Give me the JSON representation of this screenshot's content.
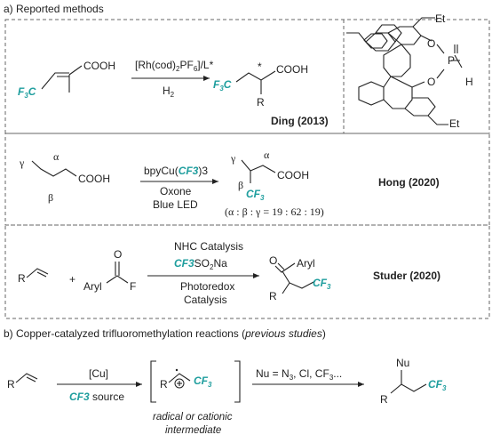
{
  "colors": {
    "accent": "#1f9e9e",
    "text": "#222222",
    "box": "#666666"
  },
  "section_a": {
    "heading": "a) Reported methods",
    "ding": {
      "substrate_acid": "COOH",
      "product_acid": "COOH",
      "r_group": "R",
      "chiral_mark": "*",
      "reagent_top": "[Rh(cod)2PF6]/L*",
      "reagent_bottom": "H2",
      "citation": "Ding (2013)",
      "ligand": {
        "et_top": "Et",
        "et_bottom": "Et",
        "o1": "O",
        "o2": "O",
        "p": "P",
        "h": "H"
      }
    },
    "hong": {
      "substrate_acid": "COOH",
      "product_acid": "COOH",
      "alpha": "α",
      "beta": "β",
      "gamma": "γ",
      "reagent_top_prefix": "bpyCu(",
      "reagent_top_cf3": "CF3",
      "reagent_top_suffix": ")3",
      "reagent_line2": "Oxone",
      "reagent_line3": "Blue LED",
      "ratio": "(α : β : γ = 19 : 62 : 19)",
      "citation": "Hong (2020)"
    },
    "studer": {
      "r_group": "R",
      "plus": "+",
      "aryl_acyl": "Aryl",
      "o_atom": "O",
      "f_atom": "F",
      "reagent_line1": "NHC Catalysis",
      "reagent_cf3": "CF3",
      "reagent_line2_suffix": "SO2Na",
      "reagent_line3": "Photoredox",
      "reagent_line4": "Catalysis",
      "product_aryl": "Aryl",
      "product_o": "O",
      "product_r": "R",
      "citation": "Studer (2020)"
    }
  },
  "section_b": {
    "heading_plain": "b) Copper-catalyzed trifluoromethylation reactions (",
    "heading_italic": "previous studies",
    "heading_close": ")",
    "r_group": "R",
    "reagent_top": "[Cu]",
    "reagent_bottom_cf3": "CF3",
    "reagent_bottom_suffix": " source",
    "intermediate_label_line1": "radical or cationic",
    "intermediate_label_line2": "intermediate",
    "nu_reagent": "Nu = N3, Cl, CF3...",
    "product_nu": "Nu",
    "product_r": "R"
  }
}
